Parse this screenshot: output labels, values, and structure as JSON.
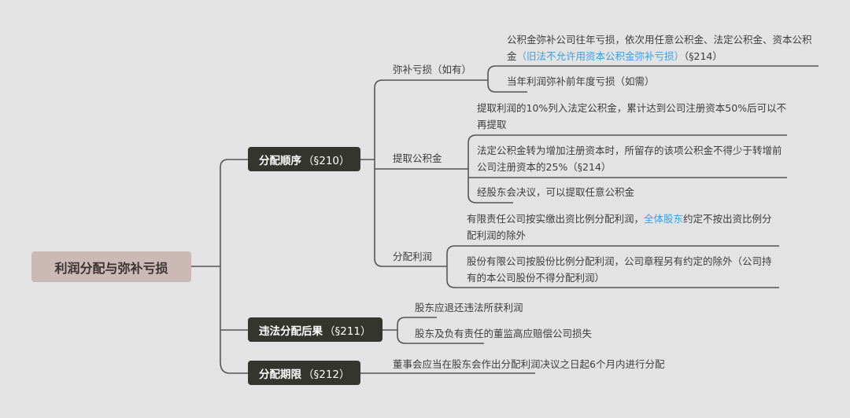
{
  "root": {
    "label": "利润分配与弥补亏损"
  },
  "branches": [
    {
      "title": "分配顺序",
      "ref": "（§210）",
      "children": [
        {
          "label": "弥补亏损（如有）",
          "items": [
            {
              "line1": "公积金弥补公司往年亏损，依次用任意公积金、法定公积金、资本公积",
              "line2_prefix": "金",
              "line2_highlight": "（旧法不允许用资本公积金弥补亏损）",
              "line2_suffix": "（§214）"
            },
            {
              "line1": "当年利润弥补前年度亏损（如需）"
            }
          ]
        },
        {
          "label": "提取公积金",
          "items": [
            {
              "line1": "提取利润的10%列入法定公积金，累计达到公司注册资本50%后可以不",
              "line2": "再提取"
            },
            {
              "line1": "法定公积金转为增加注册资本时，所留存的该项公积金不得少于转增前",
              "line2": "公司注册资本的25%（§214）"
            },
            {
              "line1": "经股东会决议，可以提取任意公积金"
            }
          ]
        },
        {
          "label": "分配利润",
          "items": [
            {
              "line1_prefix": "有限责任公司按实缴出资比例分配利润，",
              "line1_highlight": "全体股东",
              "line1_suffix": "约定不按出资比例分",
              "line2": "配利润的除外"
            },
            {
              "line1": "股份有限公司按股份比例分配利润，公司章程另有约定的除外（公司持",
              "line2": "有的本公司股份不得分配利润）"
            }
          ]
        }
      ]
    },
    {
      "title": "违法分配后果",
      "ref": "（§211）",
      "items": [
        "股东应退还违法所获利润",
        "股东及负有责任的董监高应赔偿公司损失"
      ]
    },
    {
      "title": "分配期限",
      "ref": "（§212）",
      "items": [
        "董事会应当在股东会作出分配利润决议之日起6个月内进行分配"
      ]
    }
  ],
  "colors": {
    "line": "#555555",
    "highlight": "#3aa0e8",
    "node": "#35352f",
    "root": "#cbb9b6",
    "background": "#e3e3e3"
  }
}
